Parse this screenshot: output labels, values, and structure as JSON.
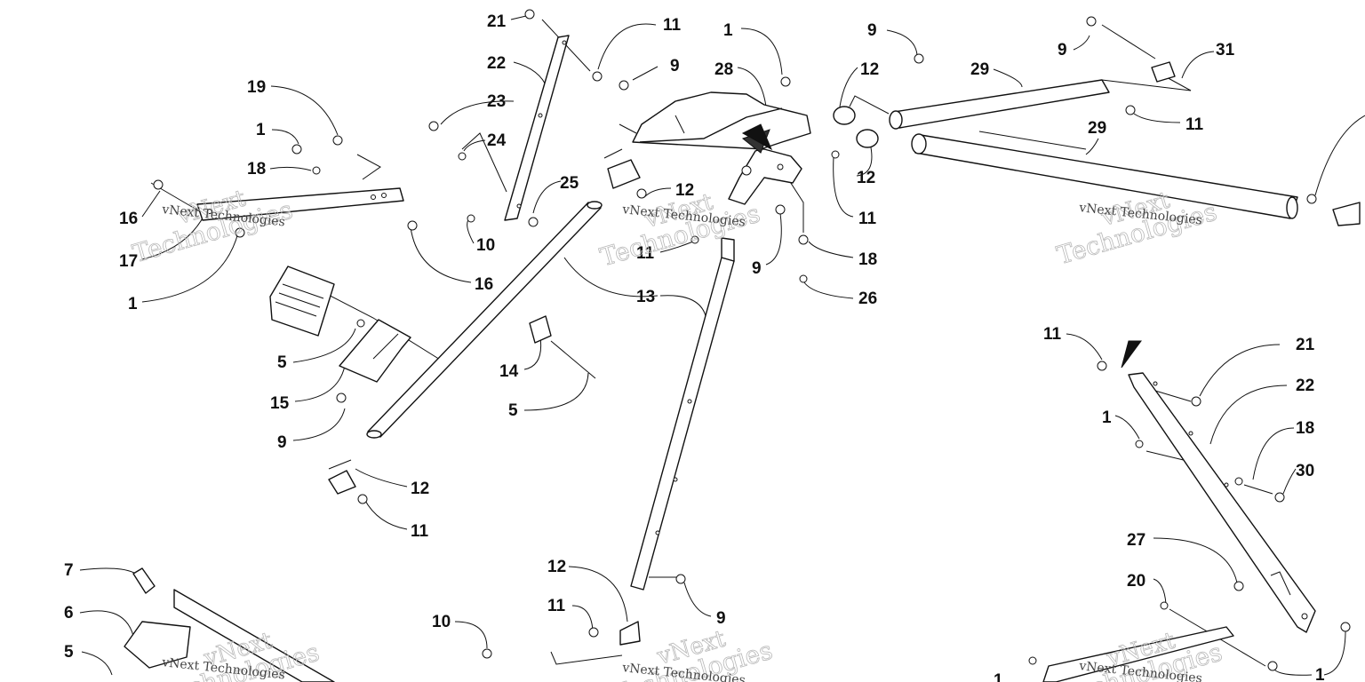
{
  "callouts": {
    "c01": "21",
    "c02": "11",
    "c03": "22",
    "c04": "9",
    "c05": "23",
    "c06": "28",
    "c07": "1",
    "c08": "19",
    "c09": "24",
    "c10": "1",
    "c11": "18",
    "c12": "25",
    "c13": "12",
    "c14": "16",
    "c15": "17",
    "c16": "1",
    "c17": "10",
    "c18": "16",
    "c19": "11",
    "c20": "13",
    "c21": "9",
    "c22": "5",
    "c23": "15",
    "c24": "14",
    "c25": "5",
    "c26": "9",
    "c27": "12",
    "c28": "11",
    "c29": "12",
    "c30": "11",
    "c31": "9",
    "c32": "7",
    "c33": "6",
    "c34": "5",
    "c35": "10",
    "c36": "9",
    "c37": "12",
    "c38": "29",
    "c39": "9",
    "c40": "31",
    "c41": "11",
    "c42": "29",
    "c43": "12",
    "c44": "11",
    "c45": "18",
    "c46": "26",
    "c47": "11",
    "c48": "21",
    "c49": "22",
    "c50": "1",
    "c51": "18",
    "c52": "30",
    "c53": "27",
    "c54": "20",
    "c55": "1",
    "c56": "1"
  },
  "watermark": {
    "line1": "vNext",
    "line2": "Technologies",
    "small": "vNext Technologies"
  }
}
